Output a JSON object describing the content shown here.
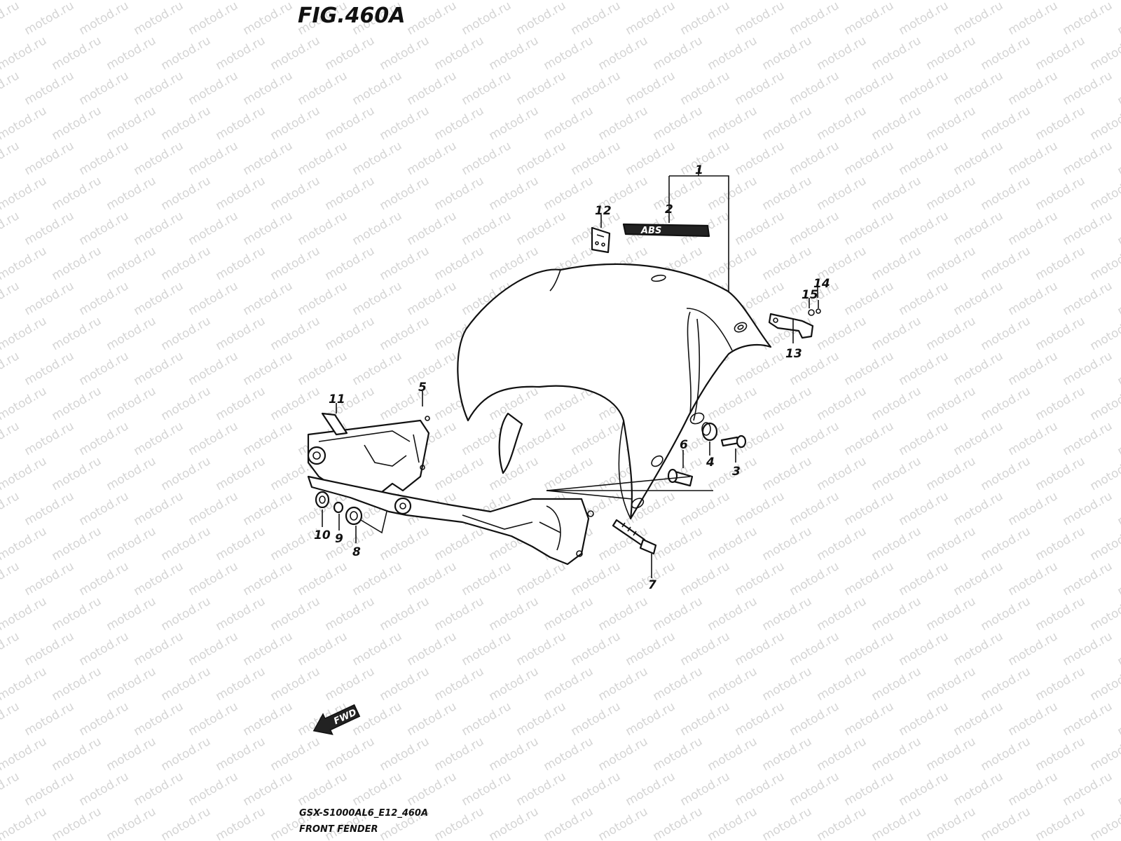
{
  "figure": {
    "title": "FIG.460A",
    "model_code": "GSX-S1000AL6_E12_460A",
    "section_name": "FRONT FENDER",
    "watermark": "motod.ru",
    "fwd_label": "FWD",
    "emblem_text": "ABS"
  },
  "callouts": [
    "1",
    "2",
    "3",
    "4",
    "5",
    "6",
    "7",
    "8",
    "9",
    "10",
    "11",
    "12",
    "13",
    "14",
    "15"
  ]
}
